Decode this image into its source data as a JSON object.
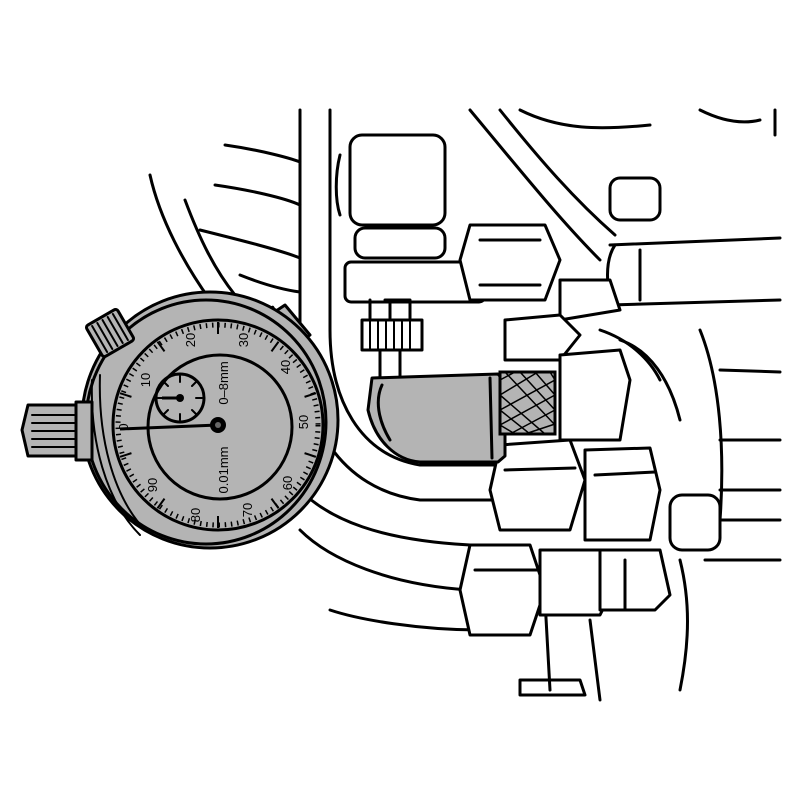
{
  "figure": {
    "description": "Technical line illustration of a dial indicator with an adapter installed against engine fuel-injection fittings",
    "colors": {
      "background": "#ffffff",
      "line": "#000000",
      "tool_fill": "#b4b4b4"
    }
  },
  "dial_indicator": {
    "resolution_label": "0.01mm",
    "range_label": "0–8mm",
    "scale_labels": [
      "0",
      "10",
      "20",
      "30",
      "40",
      "50",
      "60",
      "70",
      "80",
      "90"
    ],
    "pointer_reading": "0"
  },
  "adapter": {
    "knurled_end": true
  }
}
